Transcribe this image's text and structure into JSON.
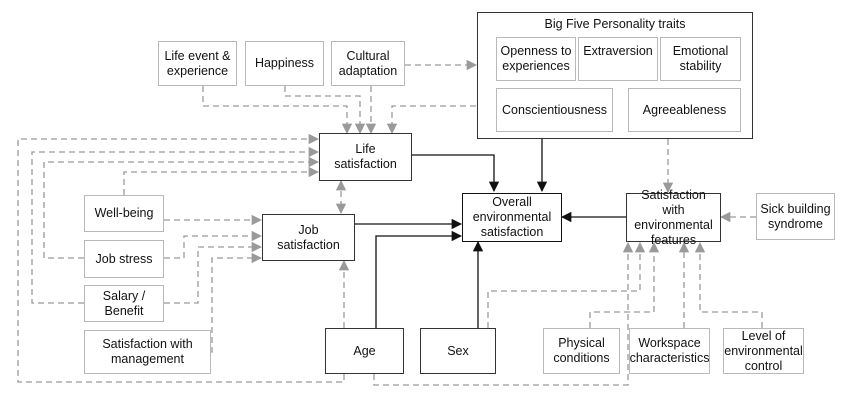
{
  "nodes": {
    "big_five": "Big Five Personality traits",
    "openness": "Openness to experiences",
    "extraversion": "Extraversion",
    "emotional_stability": "Emotional stability",
    "conscientiousness": "Conscientiousness",
    "agreeableness": "Agreeableness",
    "life_event": "Life event & experience",
    "happiness": "Happiness",
    "cultural_adaptation": "Cultural adaptation",
    "life_satisfaction": "Life satisfaction",
    "well_being": "Well-being",
    "job_satisfaction": "Job satisfaction",
    "job_stress": "Job stress",
    "salary": "Salary / Benefit",
    "satisfaction_management": "Satisfaction with management",
    "age": "Age",
    "sex": "Sex",
    "overall": "Overall environmental satisfaction",
    "satisfaction_env_features": "Satisfaction with environmental features",
    "sick_building": "Sick building syndrome",
    "physical_conditions": "Physical conditions",
    "workspace": "Workspace characteristics",
    "env_control": "Level of environmental control"
  },
  "colors": {
    "solid_arrow": "#111111",
    "dashed_arrow": "#9a9a9a",
    "light_border": "#b9b9b9",
    "dark_border": "#333333"
  }
}
